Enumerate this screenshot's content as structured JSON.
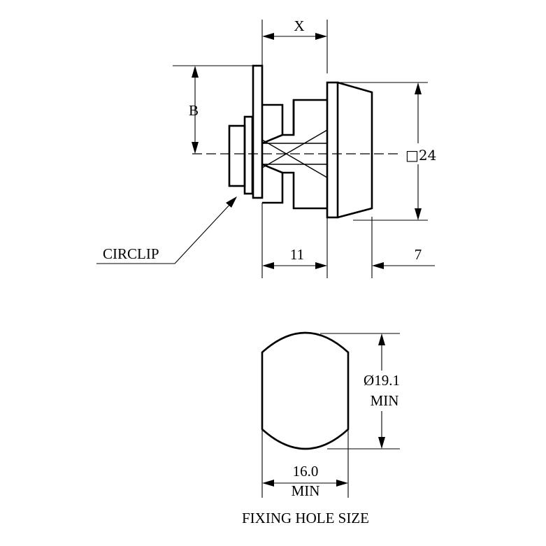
{
  "top_view": {
    "labels": {
      "x": "X",
      "b": "B",
      "square": "□24",
      "circlip": "CIRCLIP",
      "d11": "11",
      "d7": "7"
    }
  },
  "fixing_hole": {
    "diameter": "Ø19.1",
    "diameter_min": "MIN",
    "width": "16.0",
    "width_min": "MIN",
    "caption": "FIXING HOLE SIZE"
  }
}
